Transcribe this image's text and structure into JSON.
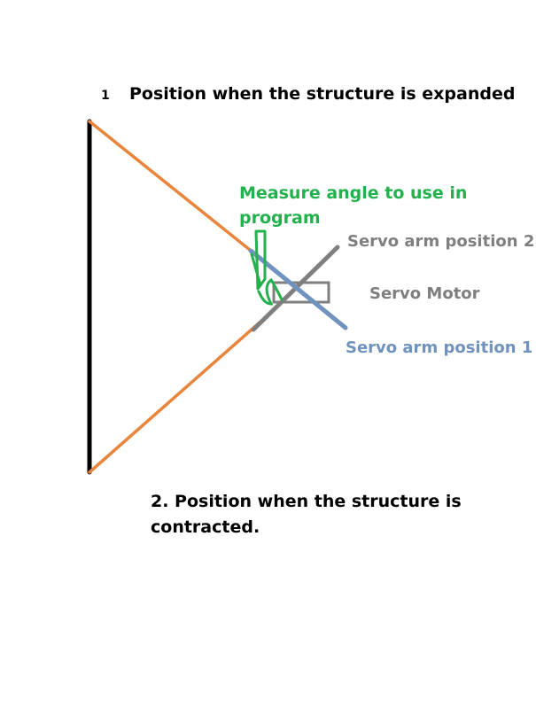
{
  "labels": {
    "number_one": "1",
    "expanded": "Position when the structure is expanded",
    "measure_line1": "Measure angle to use in",
    "measure_line2": "program",
    "servo_arm_2": "Servo arm position 2",
    "servo_motor": "Servo Motor",
    "servo_arm_1": "Servo arm position 1",
    "contracted_line1": "2. Position when the structure is",
    "contracted_line2": "contracted."
  },
  "colors": {
    "post": "#000000",
    "rope": "#e8853b",
    "servo": "#7f7f7f",
    "servo_arm_1": "#7092be",
    "angle_mark": "#22b14c"
  }
}
